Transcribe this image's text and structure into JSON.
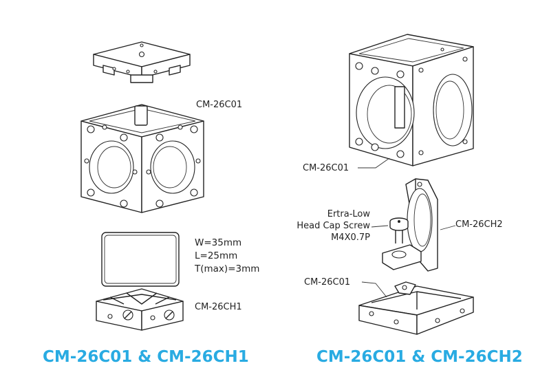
{
  "left": {
    "label_cube": "CM-26C01",
    "label_holder": "CM-26CH1",
    "spec_w": "W=35mm",
    "spec_l": "L=25mm",
    "spec_t": "T(max)=3mm",
    "caption": "CM-26C01 & CM-26CH1"
  },
  "right": {
    "label_cube": "CM-26C01",
    "label_screw_1": "Ertra-Low",
    "label_screw_2": "Head Cap Screw",
    "label_screw_3": "M4X0.7P",
    "label_holder": "CM-26CH2",
    "label_base": "CM-26C01",
    "caption": "CM-26C01 & CM-26CH2"
  },
  "colors": {
    "caption": "#29abe2",
    "line": "#222222"
  }
}
